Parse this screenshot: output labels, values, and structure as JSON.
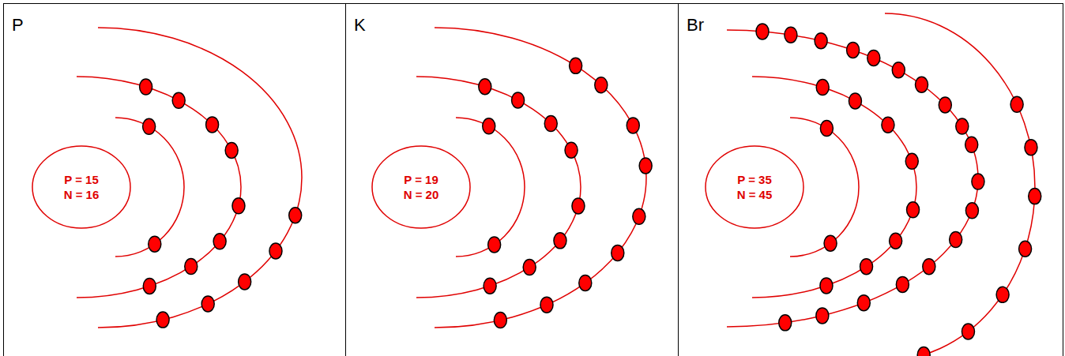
{
  "diagram": {
    "nodes": [
      {
        "text": [
          "P"
        ]
      },
      {
        "text": [
          "P = 15",
          "N = 16"
        ],
        "in": 0
      },
      {
        "text": [
          "K"
        ]
      },
      {
        "text": [
          "P = 19",
          "N = 20"
        ],
        "in": 2
      },
      {
        "text": [
          "Br"
        ]
      },
      {
        "text": [
          "P = 35",
          "N = 45"
        ],
        "in": 4
      }
    ]
  }
}
